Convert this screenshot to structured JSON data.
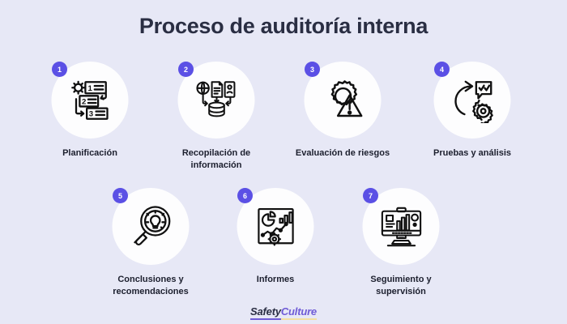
{
  "header": {
    "title": "Proceso de auditoría interna"
  },
  "colors": {
    "background": "#e7e8f6",
    "circle": "#fdfdfe",
    "badge": "#5b50e5",
    "title_text": "#2a2e43",
    "label_text": "#1c1f2e",
    "logo_purple": "#6f5bd6",
    "logo_underline_yellow": "#f2dfa0"
  },
  "steps": [
    {
      "number": "1",
      "label": "Planificación",
      "icon": "gear-numbered-list-icon"
    },
    {
      "number": "2",
      "label": "Recopilación de\ninformación",
      "icon": "globe-document-database-icon"
    },
    {
      "number": "3",
      "label": "Evaluación de riesgos",
      "icon": "gear-warning-triangle-icon"
    },
    {
      "number": "4",
      "label": "Pruebas y análisis",
      "icon": "arrow-checklist-gear-icon"
    },
    {
      "number": "5",
      "label": "Conclusiones y\nrecomendaciones",
      "icon": "magnifier-lightbulb-icon"
    },
    {
      "number": "6",
      "label": "Informes",
      "icon": "report-charts-gear-icon"
    },
    {
      "number": "7",
      "label": "Seguimiento y\nsupervisión",
      "icon": "monitor-dashboard-icon"
    }
  ],
  "footer": {
    "logo_part1": "Safety",
    "logo_part2": "Culture"
  }
}
